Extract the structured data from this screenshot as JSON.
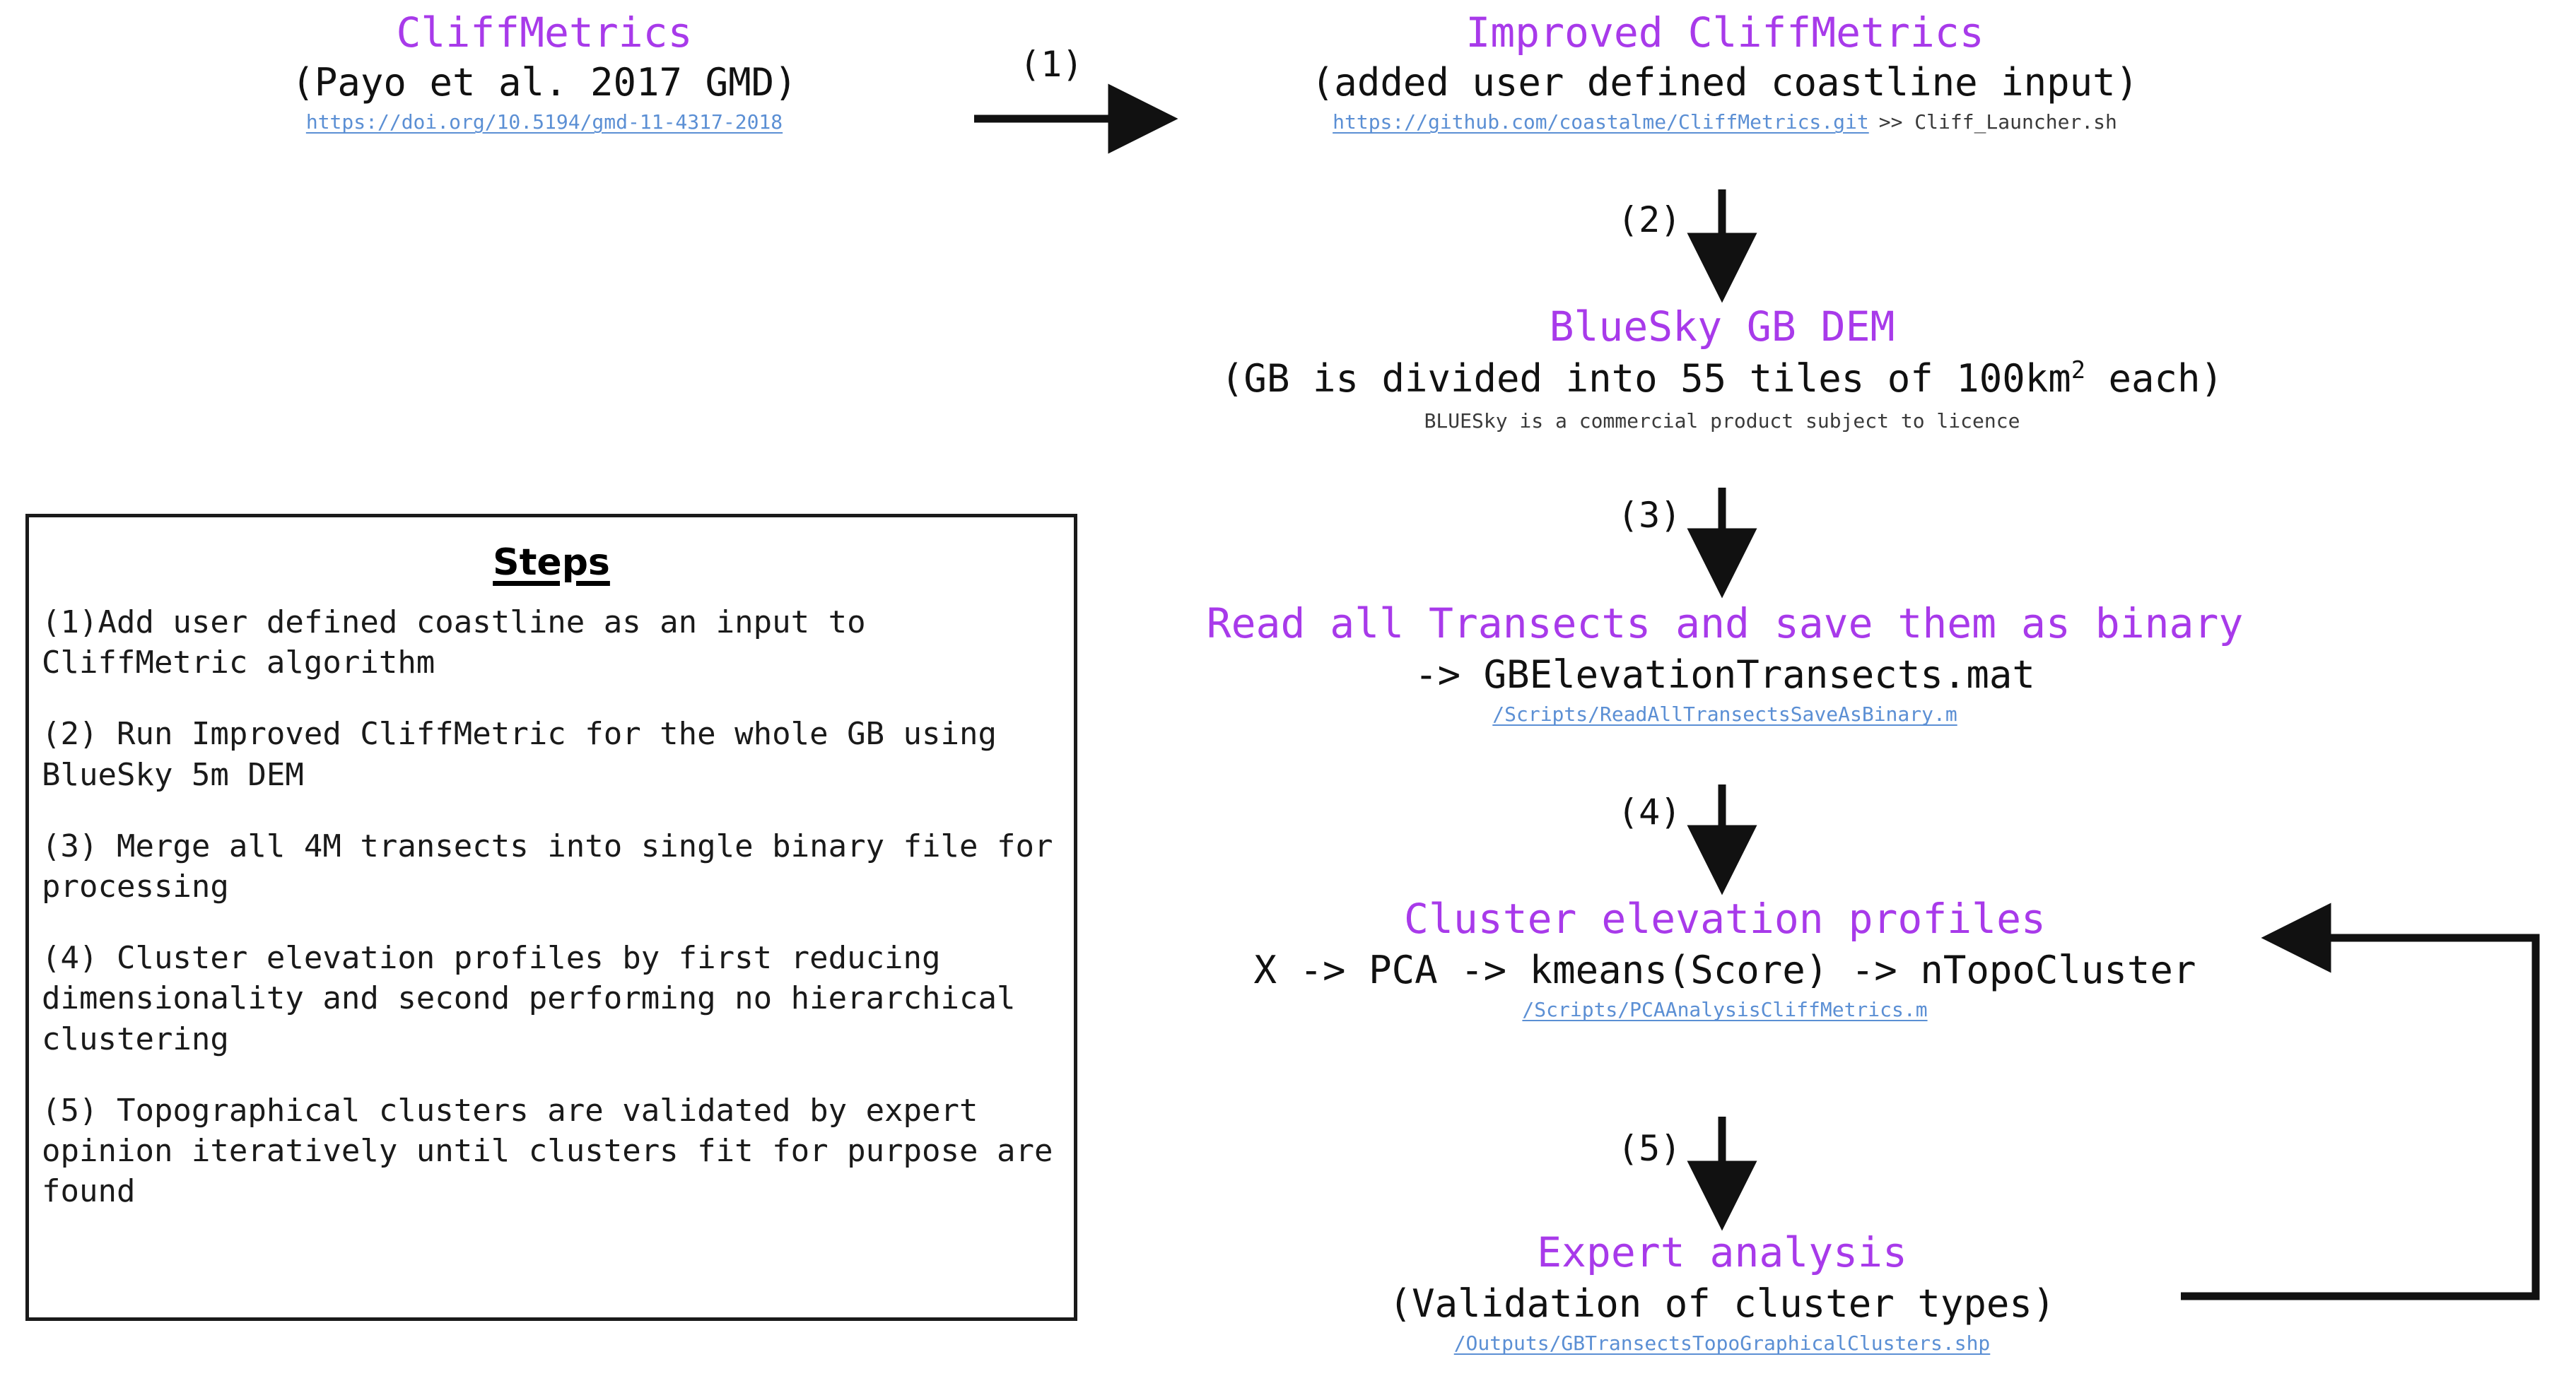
{
  "diagram": {
    "accent_color": "#a83aea",
    "link_color": "#5b8fd4",
    "text_color": "#111111",
    "background": "#ffffff"
  },
  "nodes": {
    "cliffmetrics": {
      "title": "CliffMetrics",
      "subtitle": "(Payo et al. 2017 GMD)",
      "link": "https://doi.org/10.5194/gmd-11-4317-2018"
    },
    "improved_cliffmetrics": {
      "title": "Improved CliffMetrics",
      "subtitle": "(added user defined coastline input)",
      "link": "https://github.com/coastalme/CliffMetrics.git",
      "link_suffix": ">> Cliff_Launcher.sh"
    },
    "bluesky_dem": {
      "title": "BlueSky GB DEM",
      "subtitle_pre": "(GB is divided into 55 tiles of 100km",
      "subtitle_sup": "2",
      "subtitle_post": " each)",
      "note": "BLUESky is a commercial product subject to licence"
    },
    "read_transects": {
      "title": "Read all Transects and save them as binary",
      "subtitle": "-> GBElevationTransects.mat",
      "link": "/Scripts/ReadAllTransectsSaveAsBinary.m"
    },
    "cluster_profiles": {
      "title": "Cluster elevation profiles",
      "subtitle": "X -> PCA -> kmeans(Score) -> nTopoCluster",
      "link": "/Scripts/PCAAnalysisCliffMetrics.m"
    },
    "expert_analysis": {
      "title": "Expert analysis",
      "subtitle": "(Validation of cluster types)",
      "link": "/Outputs/GBTransectsTopoGraphicalClusters.shp"
    }
  },
  "edges": {
    "e1": "(1)",
    "e2": "(2)",
    "e3": "(3)",
    "e4": "(4)",
    "e5": "(5)"
  },
  "steps_panel": {
    "heading": "Steps",
    "items": [
      "(1)Add user defined coastline as an input to CliffMetric algorithm",
      "(2) Run Improved CliffMetric for the whole GB using BlueSky 5m DEM",
      "(3) Merge all 4M transects into single binary file for processing",
      "(4) Cluster elevation profiles by first reducing dimensionality and second performing no hierarchical clustering",
      "(5) Topographical clusters are validated by expert opinion iteratively until clusters fit for purpose are found"
    ]
  }
}
